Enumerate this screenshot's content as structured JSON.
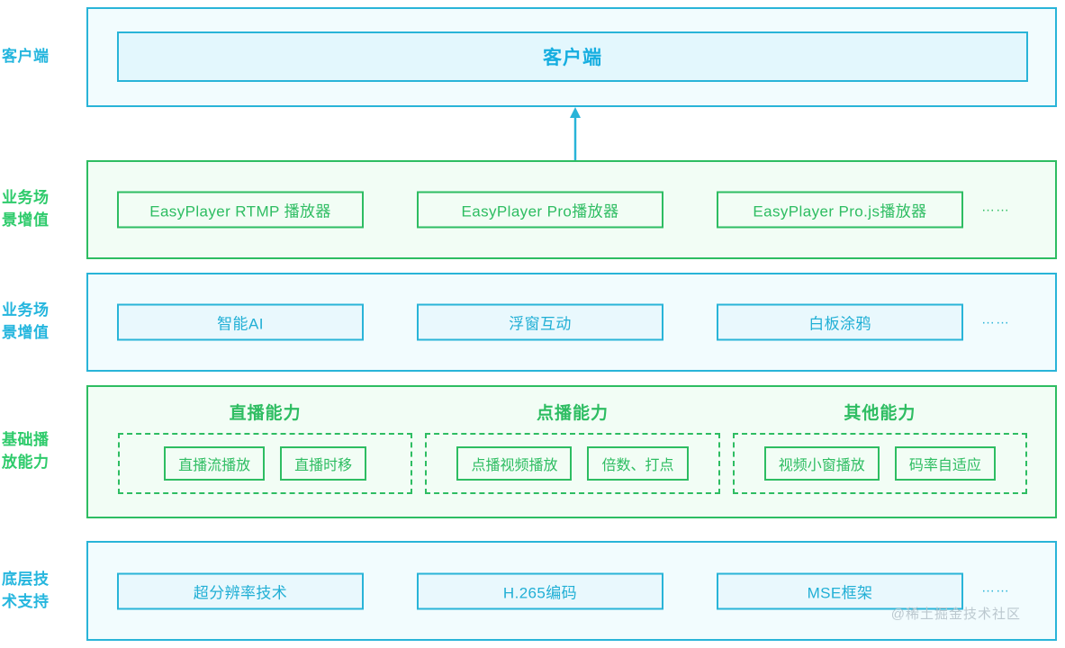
{
  "colors": {
    "blue_border": "#29b4d8",
    "blue_fill": "#f2fcfe",
    "blue_chip_fill": "#e9f8fd",
    "blue_text": "#21afd5",
    "green_border": "#2ebd62",
    "green_fill": "#f2fdf5",
    "green_text": "#2ebd62",
    "arrow": "#29b4d8",
    "watermark": "#b9c6cd"
  },
  "rows": {
    "client": {
      "label": "客户端",
      "box_label": "客户端"
    },
    "players": {
      "label": "业务场\n景增值",
      "items": [
        {
          "label": "EasyPlayer RTMP 播放器"
        },
        {
          "label": "EasyPlayer Pro播放器"
        },
        {
          "label": "EasyPlayer Pro.js播放器"
        }
      ],
      "ellipsis": "……"
    },
    "business": {
      "label": "业务场\n景增值",
      "items": [
        {
          "label": "智能AI"
        },
        {
          "label": "浮窗互动"
        },
        {
          "label": "白板涂鸦"
        }
      ],
      "ellipsis": "……"
    },
    "capability": {
      "label": "基础播\n放能力",
      "groups": [
        {
          "title": "直播能力",
          "items": [
            {
              "label": "直播流播放"
            },
            {
              "label": "直播时移"
            }
          ]
        },
        {
          "title": "点播能力",
          "items": [
            {
              "label": "点播视频播放"
            },
            {
              "label": "倍数、打点"
            }
          ]
        },
        {
          "title": "其他能力",
          "items": [
            {
              "label": "视频小窗播放"
            },
            {
              "label": "码率自适应"
            }
          ]
        }
      ]
    },
    "tech": {
      "label": "底层技\n术支持",
      "items": [
        {
          "label": "超分辨率技术"
        },
        {
          "label": "H.265编码"
        },
        {
          "label": "MSE框架"
        }
      ],
      "ellipsis": "……"
    }
  },
  "arrow": {
    "name": "upward-arrow",
    "direction": "up"
  },
  "watermark": {
    "text": "@稀土掘金技术社区"
  }
}
